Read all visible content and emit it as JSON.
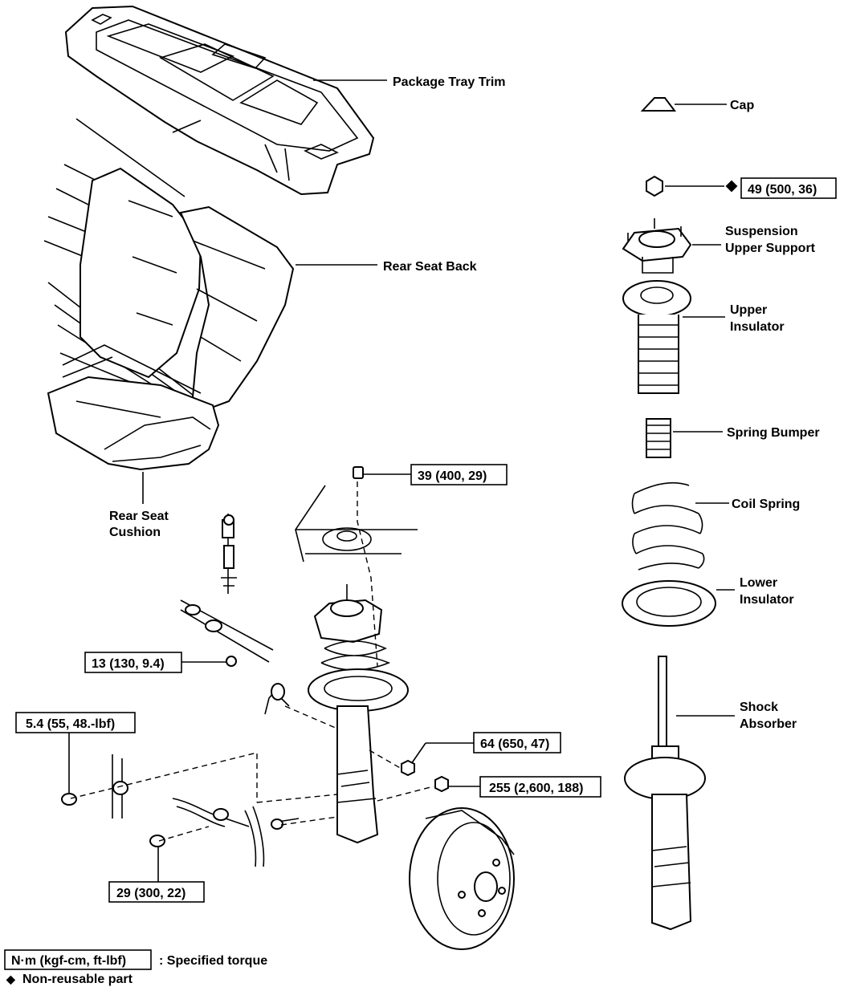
{
  "labels": {
    "package_tray_trim": "Package Tray Trim",
    "rear_seat_back": "Rear Seat Back",
    "rear_seat_cushion_1": "Rear Seat",
    "rear_seat_cushion_2": "Cushion",
    "cap": "Cap",
    "suspension_upper_support_1": "Suspension",
    "suspension_upper_support_2": "Upper Support",
    "upper_insulator_1": "Upper",
    "upper_insulator_2": "Insulator",
    "spring_bumper": "Spring Bumper",
    "coil_spring": "Coil Spring",
    "lower_insulator_1": "Lower",
    "lower_insulator_2": "Insulator",
    "shock_absorber_1": "Shock",
    "shock_absorber_2": "Absorber"
  },
  "torques": {
    "t49": "49 (500, 36)",
    "t39": "39 (400, 29)",
    "t13": "13 (130, 9.4)",
    "t54": "5.4 (55, 48.-lbf)",
    "t64": "64 (650, 47)",
    "t255": "255 (2,600, 188)",
    "t29": "29 (300, 22)"
  },
  "legend": {
    "unit_box": "N·m (kgf-cm, ft-lbf)",
    "unit_text": ": Specified torque",
    "nonreusable_symbol": "◆",
    "nonreusable_text": "Non-reusable part"
  }
}
